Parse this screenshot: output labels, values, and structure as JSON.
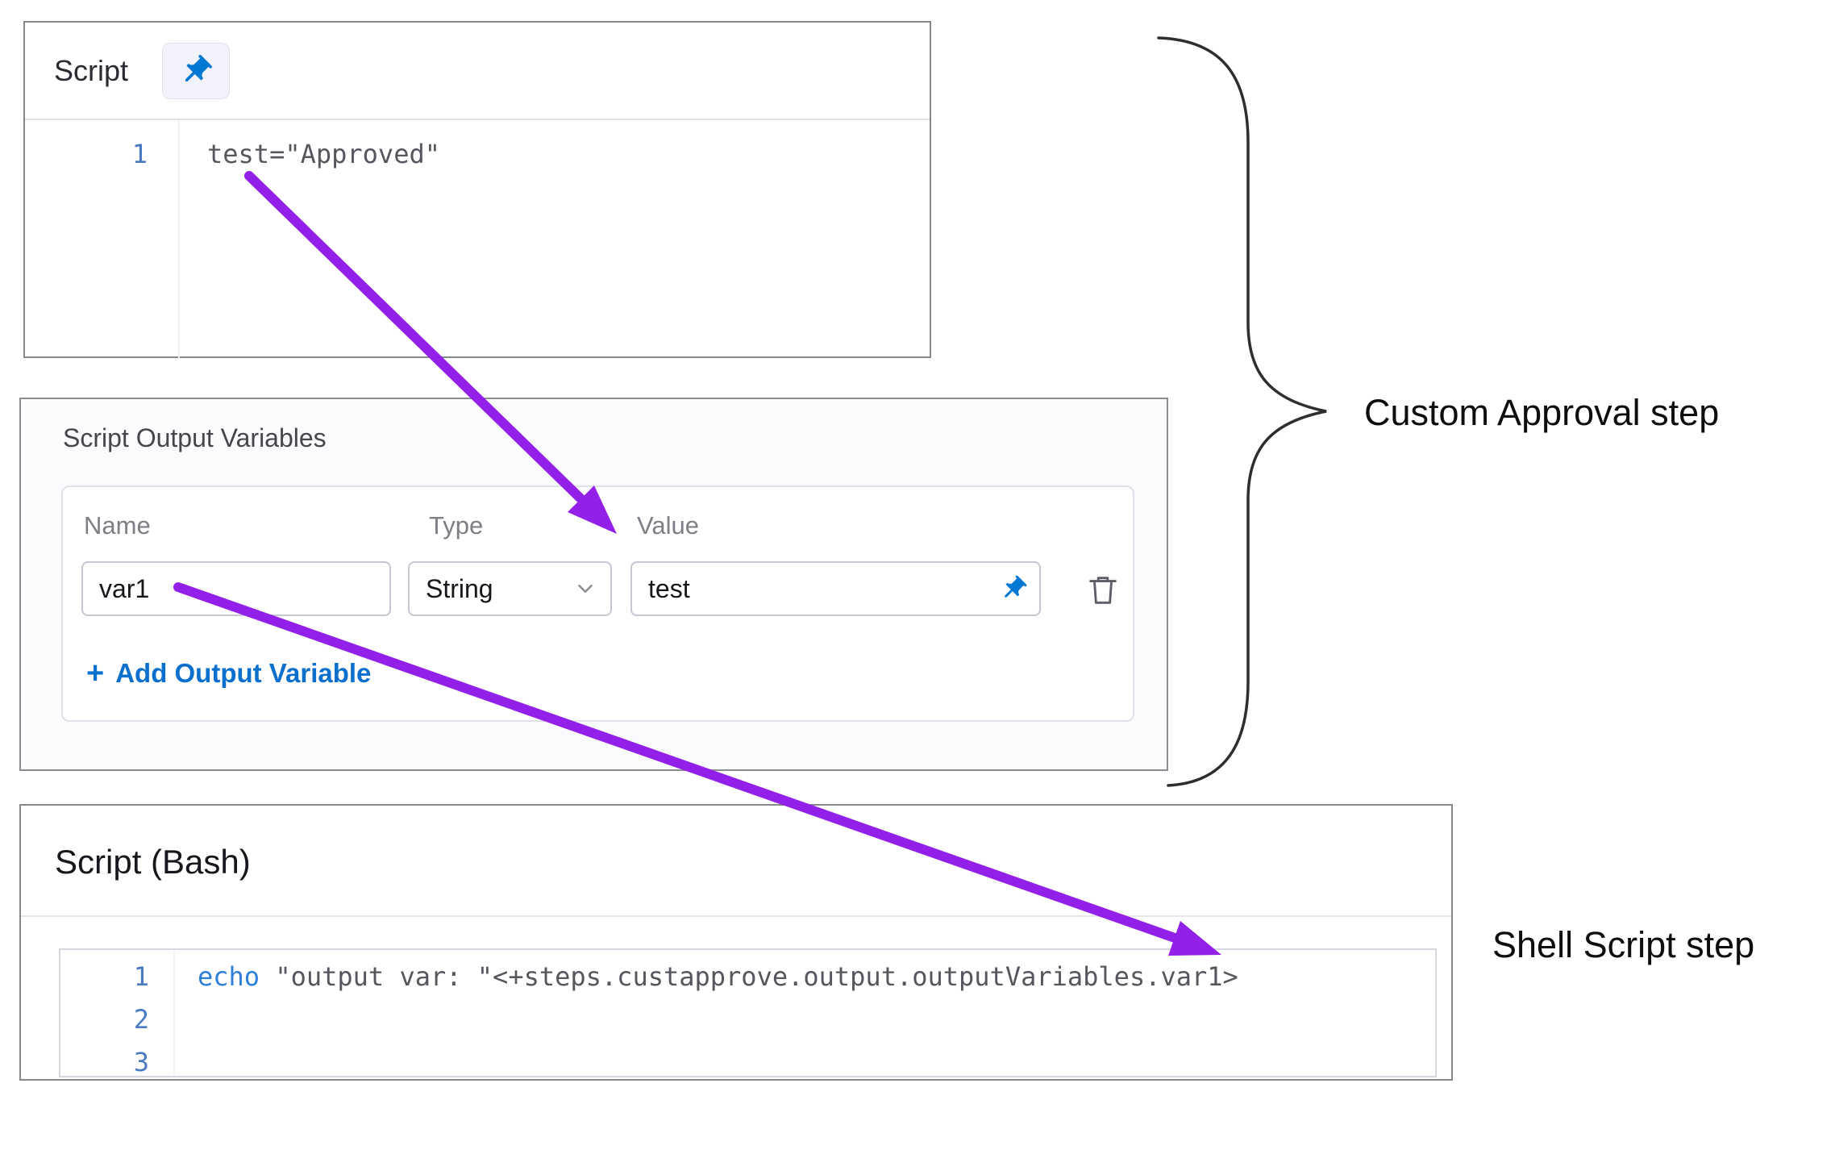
{
  "colors": {
    "arrow": "#9320E8",
    "pin_blue": "#0278D5",
    "link_blue": "#0B6FCE",
    "keyword_blue": "#2F7FD8",
    "line_number_blue": "#4A7AC2"
  },
  "script_panel": {
    "title": "Script",
    "code_lines": [
      {
        "number": "1",
        "text": "test=\"Approved\""
      }
    ]
  },
  "output_panel": {
    "title": "Script Output Variables",
    "name_label": "Name",
    "type_label": "Type",
    "value_label": "Value",
    "row": {
      "name": "var1",
      "type": "String",
      "value": "test"
    },
    "add_plus": "+",
    "add_label": "Add Output Variable"
  },
  "bash_panel": {
    "title": "Script (Bash)",
    "code_lines": [
      {
        "number": "1",
        "keyword": "echo",
        "rest": " \"output var: \"<+steps.custapprove.output.outputVariables.var1>"
      },
      {
        "number": "2",
        "keyword": "",
        "rest": ""
      },
      {
        "number": "3",
        "keyword": "",
        "rest": ""
      }
    ]
  },
  "annotations": {
    "custom_approval": "Custom Approval step",
    "shell_script": "Shell Script step"
  }
}
